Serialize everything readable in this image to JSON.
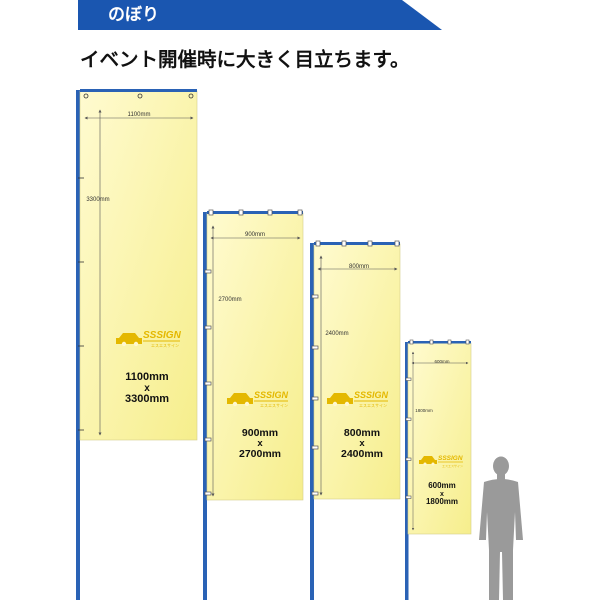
{
  "header": {
    "title": "のぼり",
    "band_color": "#1a56b0"
  },
  "headline": "イベント開催時に大きく目立ちます。",
  "brand": {
    "logo_text": "SSSIGN",
    "logo_sub": "エスエスサイン",
    "logo_color": "#e4b800"
  },
  "colors": {
    "banner_fill_top": "#fffbd0",
    "banner_fill_bottom": "#f7ef8f",
    "pole": "#2a62b5",
    "silhouette": "#9a9a9a"
  },
  "banners": [
    {
      "id": "1100x3300",
      "width_label": "1100mm",
      "height_label": "3300mm",
      "size_line1": "1100mm",
      "size_x": "x",
      "size_line2": "3300mm"
    },
    {
      "id": "900x2700",
      "width_label": "900mm",
      "height_label": "2700mm",
      "size_line1": "900mm",
      "size_x": "x",
      "size_line2": "2700mm"
    },
    {
      "id": "800x2400",
      "width_label": "800mm",
      "height_label": "2400mm",
      "size_line1": "800mm",
      "size_x": "x",
      "size_line2": "2400mm"
    },
    {
      "id": "600x1800",
      "width_label": "600mm",
      "height_label": "1800mm",
      "size_line1": "600mm",
      "size_x": "x",
      "size_line2": "1800mm"
    }
  ]
}
